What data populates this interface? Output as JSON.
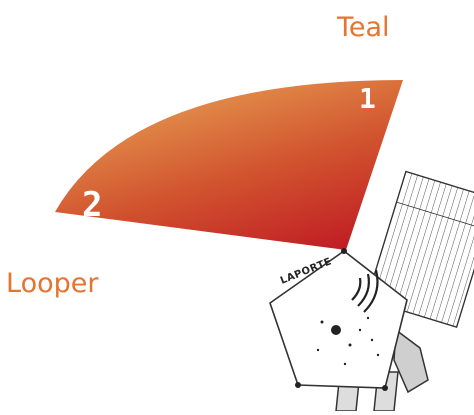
{
  "labels": {
    "top_right": "Teal",
    "left": "Looper"
  },
  "zones": [
    {
      "id": "1"
    },
    {
      "id": "2"
    }
  ],
  "device": {
    "brand": "LAPORTE"
  },
  "colors": {
    "label": "#E4742E",
    "sector_light": "#E8A456",
    "sector_dark": "#C01E24",
    "number": "#ffffff",
    "device_stroke": "#333333"
  },
  "icons": [
    "sector-wedge",
    "machine-head-icon",
    "solar-panel-icon",
    "speaker-grille-icon"
  ]
}
